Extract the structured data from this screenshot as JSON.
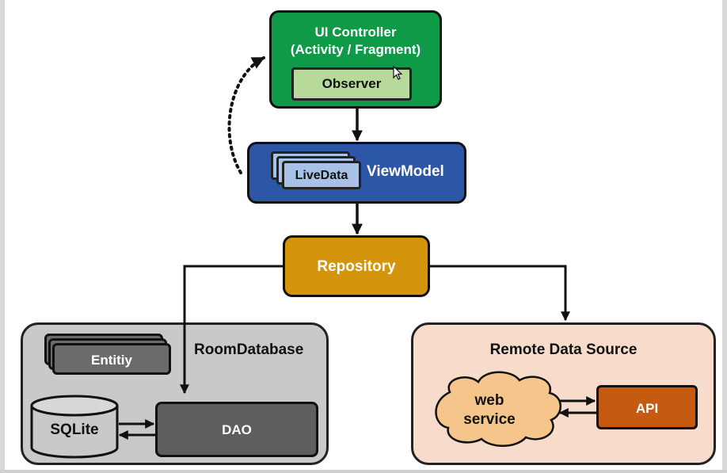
{
  "ui_controller": {
    "title_line1": "UI Controller",
    "title_line2": "(Activity / Fragment)",
    "observer": "Observer",
    "color": "#0f9a48"
  },
  "viewmodel": {
    "label": "ViewModel",
    "livedata": "LiveData",
    "color": "#2b57a6"
  },
  "repository": {
    "label": "Repository",
    "color": "#d4950c"
  },
  "room_database": {
    "label": "RoomDatabase",
    "entity": "Entitiy",
    "dao": "DAO",
    "sqlite": "SQLite"
  },
  "remote_data_source": {
    "label": "Remote Data Source",
    "web_service_line1": "web",
    "web_service_line2": "service",
    "api": "API",
    "api_color": "#c55a11"
  }
}
